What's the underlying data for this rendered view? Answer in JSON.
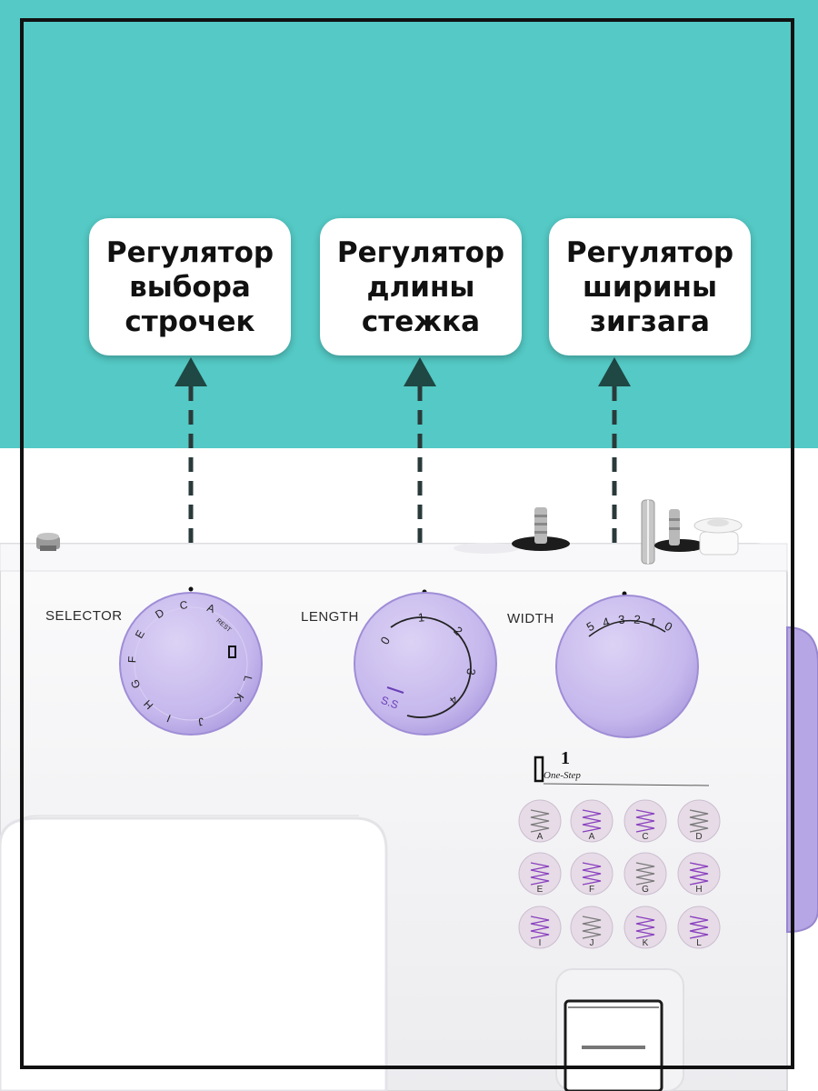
{
  "callouts": [
    {
      "id": "selector",
      "lines": [
        "Регулятор",
        "выбора",
        "строчек"
      ]
    },
    {
      "id": "length",
      "lines": [
        "Регулятор",
        "длины",
        "стежка"
      ]
    },
    {
      "id": "width",
      "lines": [
        "Регулятор",
        "ширины",
        "зигзага"
      ]
    }
  ],
  "machine_labels": {
    "selector": "SELECTOR",
    "length": "LENGTH",
    "width": "WIDTH"
  },
  "selector_dial": {
    "letters": [
      "A",
      "C",
      "D",
      "E",
      "F",
      "G",
      "H",
      "I",
      "J",
      "K",
      "L"
    ],
    "extra": "REST"
  },
  "length_dial": {
    "marks": [
      "0",
      "1",
      "2",
      "3",
      "4"
    ],
    "extra": "S.S"
  },
  "width_dial": {
    "marks": [
      "5",
      "4",
      "3",
      "2",
      "1",
      "0"
    ]
  },
  "one_step": "One-Step",
  "stitch_patterns": [
    "A",
    "A",
    "C",
    "D",
    "E",
    "F",
    "G",
    "H",
    "I",
    "J",
    "K",
    "L"
  ],
  "colors": {
    "background_top": "#54c9c5",
    "dial": "#c4b6ea",
    "dial_edge": "#9f8dd6",
    "machine_body": "#f5f5f7"
  }
}
